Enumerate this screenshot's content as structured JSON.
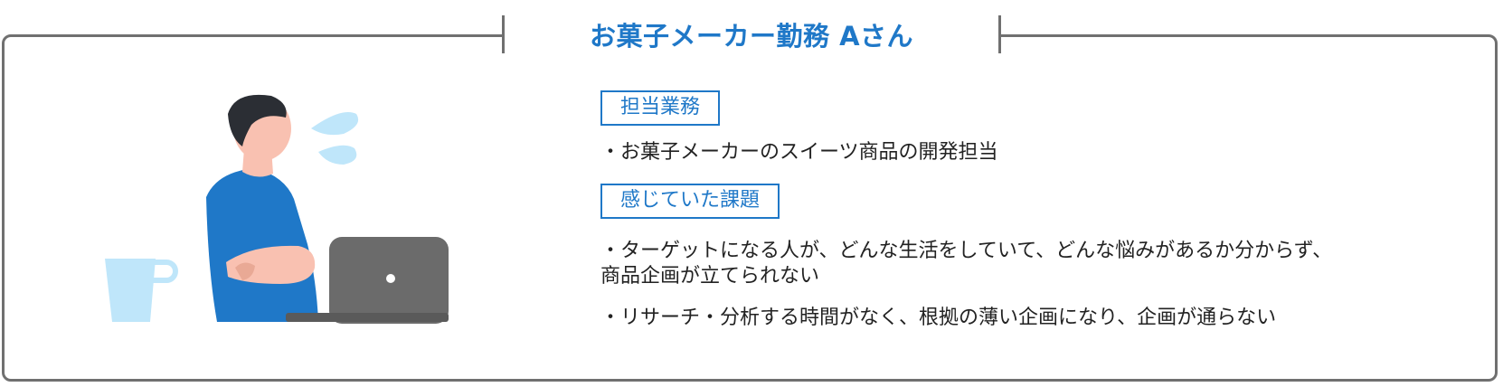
{
  "title": "お菓子メーカー勤務 Aさん",
  "sections": [
    {
      "label": "担当業務",
      "items": [
        "・お菓子メーカーのスイーツ商品の開発担当"
      ]
    },
    {
      "label": "感じていた課題",
      "items": [
        [
          "・ターゲットになる人が、どんな生活をしていて、どんな悩みがあるか分からず、",
          "商品企画が立てられない"
        ],
        "・リサーチ・分析する時間がなく、根拠の薄い企画になり、企画が通らない"
      ]
    }
  ],
  "colors": {
    "accent": "#1f78c8",
    "frame": "#707070",
    "shirt": "#1f78c8",
    "skin": "#f9c1b1",
    "hair": "#2b2e34",
    "laptop": "#6b6b6b",
    "cup": "#bfe6fa"
  },
  "illustration": {
    "icons": [
      "person-icon",
      "laptop-icon",
      "mug-icon",
      "speech-drops-icon"
    ]
  }
}
